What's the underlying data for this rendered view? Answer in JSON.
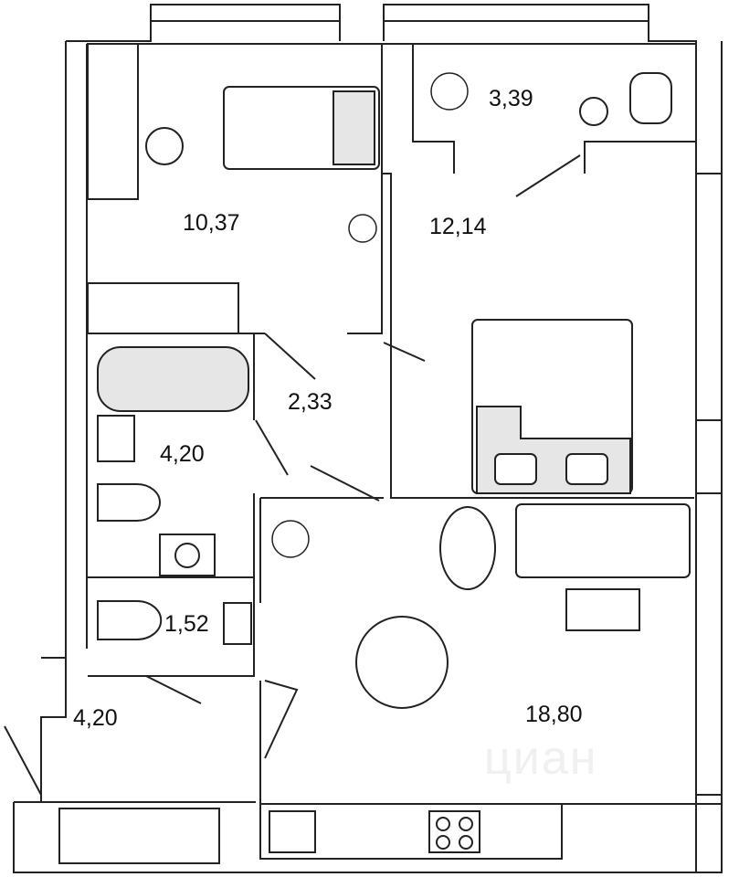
{
  "rooms": [
    {
      "name": "bedroom-small",
      "area": "10,37"
    },
    {
      "name": "balcony-top",
      "area": "3,39"
    },
    {
      "name": "bedroom",
      "area": "12,14"
    },
    {
      "name": "hallway",
      "area": "2,33"
    },
    {
      "name": "bathroom",
      "area": "4,20"
    },
    {
      "name": "toilet",
      "area": "1,52"
    },
    {
      "name": "entrance",
      "area": "4,20"
    },
    {
      "name": "kitchen-living",
      "area": "18,80"
    }
  ],
  "watermark": "циан",
  "colors": {
    "wall": "#ffffff",
    "wall_stroke": "#222222",
    "furniture_fill": "#e6e6e6"
  }
}
